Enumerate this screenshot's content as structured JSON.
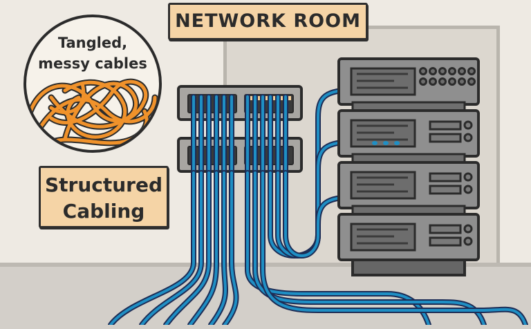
{
  "title": "NETWORK ROOM",
  "callout_messy": {
    "line1": "Tangled,",
    "line2": "messy cables"
  },
  "callout_structured": {
    "line1": "Structured",
    "line2": "Cabling"
  },
  "colors": {
    "label_fill": "#f5d4a6",
    "outline": "#2b2b2b",
    "cable_blue": "#1f8fc4",
    "cable_outline": "#1c2c55",
    "messy_orange": "#f0922b",
    "rack_gray": "#8f8f8f",
    "wall": "#eeeae3",
    "floor": "#d3cfc9"
  },
  "patch_panel": {
    "port_groups": 2,
    "ports_per_group": 6,
    "rows": 2
  },
  "rack": {
    "units": 4
  }
}
